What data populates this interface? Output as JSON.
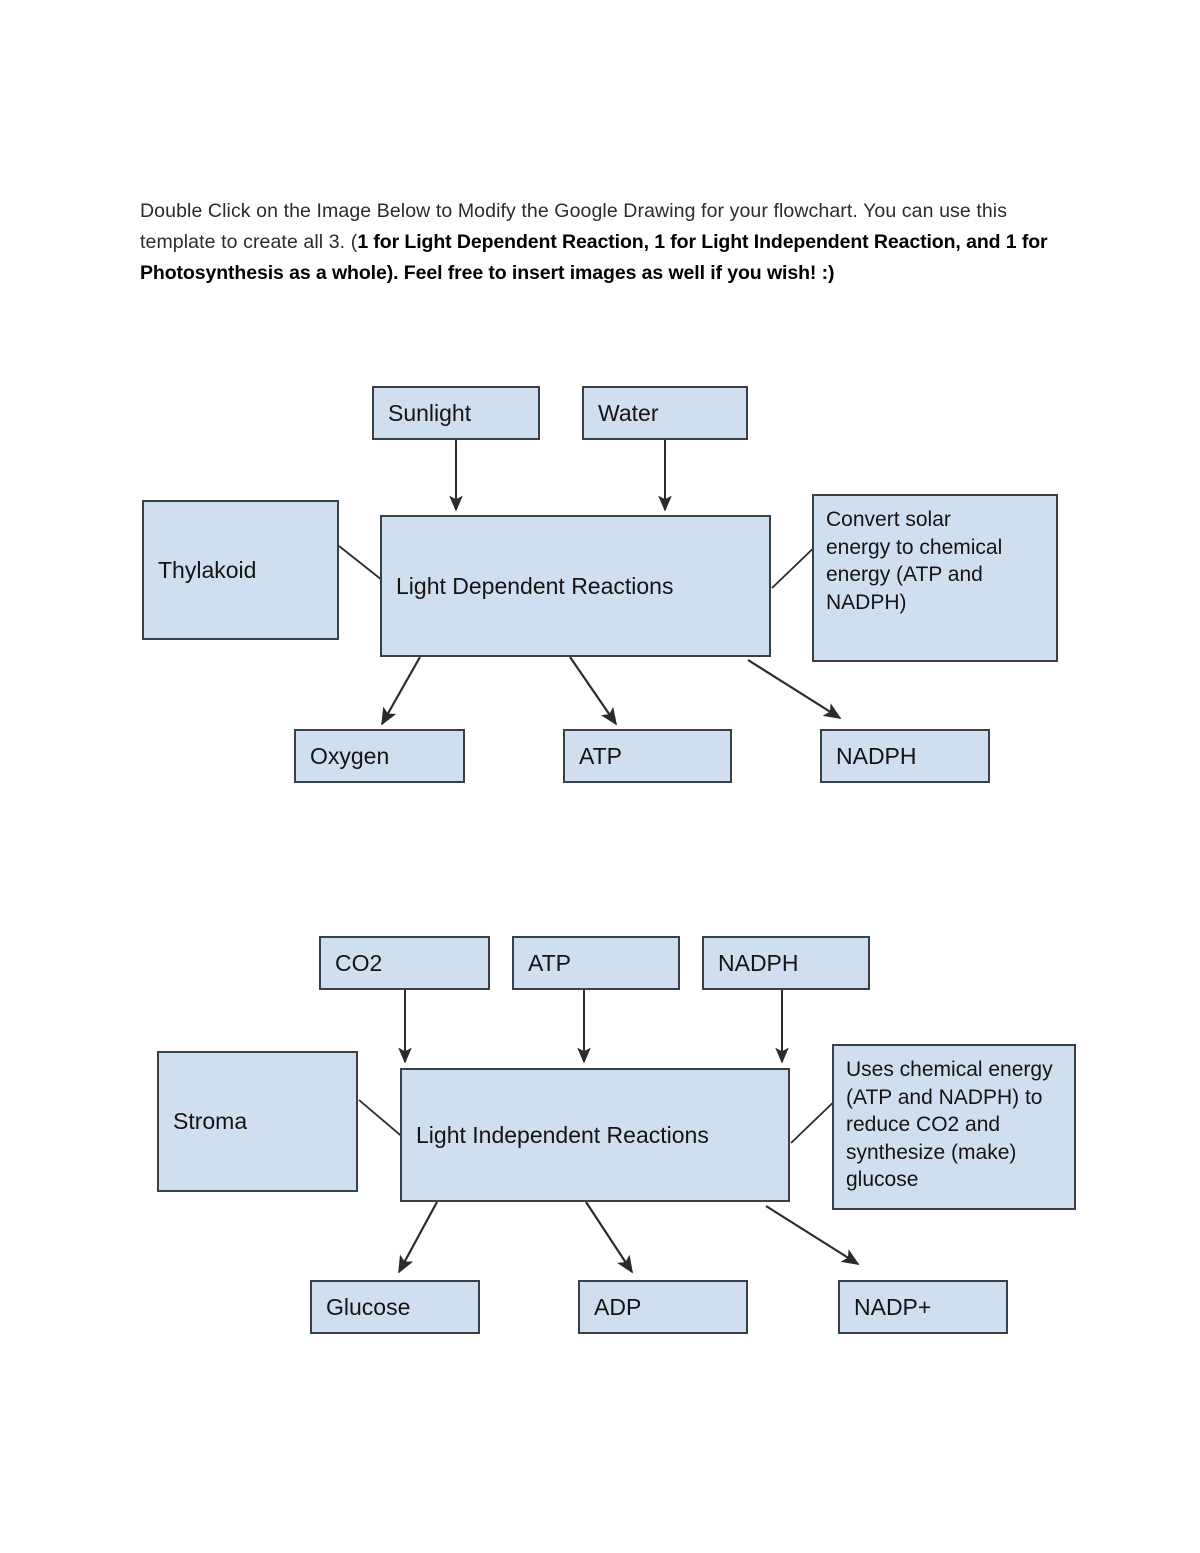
{
  "document": {
    "intro": {
      "plain_1": "Double Click on the Image Below to Modify the Google Drawing for your flowchart. You can use this template to create all 3. (",
      "bold_1": "1 for Light Dependent Reaction, 1 for Light Independent Reaction, and 1 for Photosynthesis as a whole). Feel free to insert images as well if you wish! :)"
    }
  },
  "colors": {
    "node_fill": "#cfdff0",
    "node_border": "#3a3f48",
    "text": "#141414",
    "paragraph": "#2b2b2b",
    "arrow": "#2b2b2b",
    "page_background": "#ffffff"
  },
  "flowcharts": [
    {
      "id": "light-dependent",
      "title": "Light Dependent Reactions flowchart",
      "nodes": {
        "sunlight": "Sunlight",
        "water": "Water",
        "thylakoid": "Thylakoid",
        "center": "Light Dependent Reactions",
        "description": "Convert solar\nenergy to chemical\nenergy (ATP and\nNADPH)",
        "output_1": "Oxygen",
        "output_2": "ATP",
        "output_3": "NADPH"
      },
      "edges": [
        {
          "from": "sunlight",
          "to": "center",
          "arrow": true
        },
        {
          "from": "water",
          "to": "center",
          "arrow": true
        },
        {
          "from": "thylakoid",
          "to": "center",
          "arrow": false
        },
        {
          "from": "center",
          "to": "description",
          "arrow": false
        },
        {
          "from": "center",
          "to": "output_1",
          "arrow": true
        },
        {
          "from": "center",
          "to": "output_2",
          "arrow": true
        },
        {
          "from": "center",
          "to": "output_3",
          "arrow": true
        }
      ]
    },
    {
      "id": "light-independent",
      "title": "Light Independent Reactions flowchart",
      "nodes": {
        "co2": "CO2",
        "atp": "ATP",
        "nadph": "NADPH",
        "stroma": "Stroma",
        "center": "Light Independent Reactions",
        "description": "Uses chemical energy\n(ATP and NADPH) to\nreduce CO2 and\nsynthesize (make)\nglucose",
        "output_1": "Glucose",
        "output_2": "ADP",
        "output_3": "NADP+"
      },
      "edges": [
        {
          "from": "co2",
          "to": "center",
          "arrow": true
        },
        {
          "from": "atp",
          "to": "center",
          "arrow": true
        },
        {
          "from": "nadph",
          "to": "center",
          "arrow": true
        },
        {
          "from": "stroma",
          "to": "center",
          "arrow": false
        },
        {
          "from": "center",
          "to": "description",
          "arrow": false
        },
        {
          "from": "center",
          "to": "output_1",
          "arrow": true
        },
        {
          "from": "center",
          "to": "output_2",
          "arrow": true
        },
        {
          "from": "center",
          "to": "output_3",
          "arrow": true
        }
      ]
    }
  ]
}
